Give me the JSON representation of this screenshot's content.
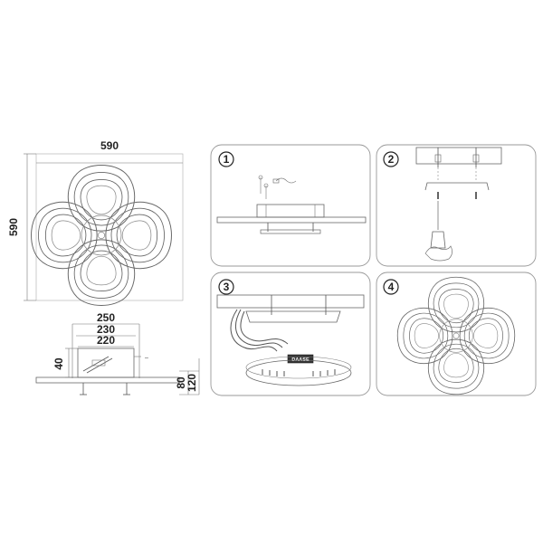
{
  "top_view": {
    "width_label": "590",
    "height_label": "590"
  },
  "side_view": {
    "width_labels": [
      "250",
      "230",
      "220"
    ],
    "left_label": "40",
    "right_labels": [
      "80",
      "120"
    ]
  },
  "steps": [
    {
      "number": "1"
    },
    {
      "number": "2"
    },
    {
      "number": "3",
      "connector_label": "DAASE"
    },
    {
      "number": "4"
    }
  ]
}
